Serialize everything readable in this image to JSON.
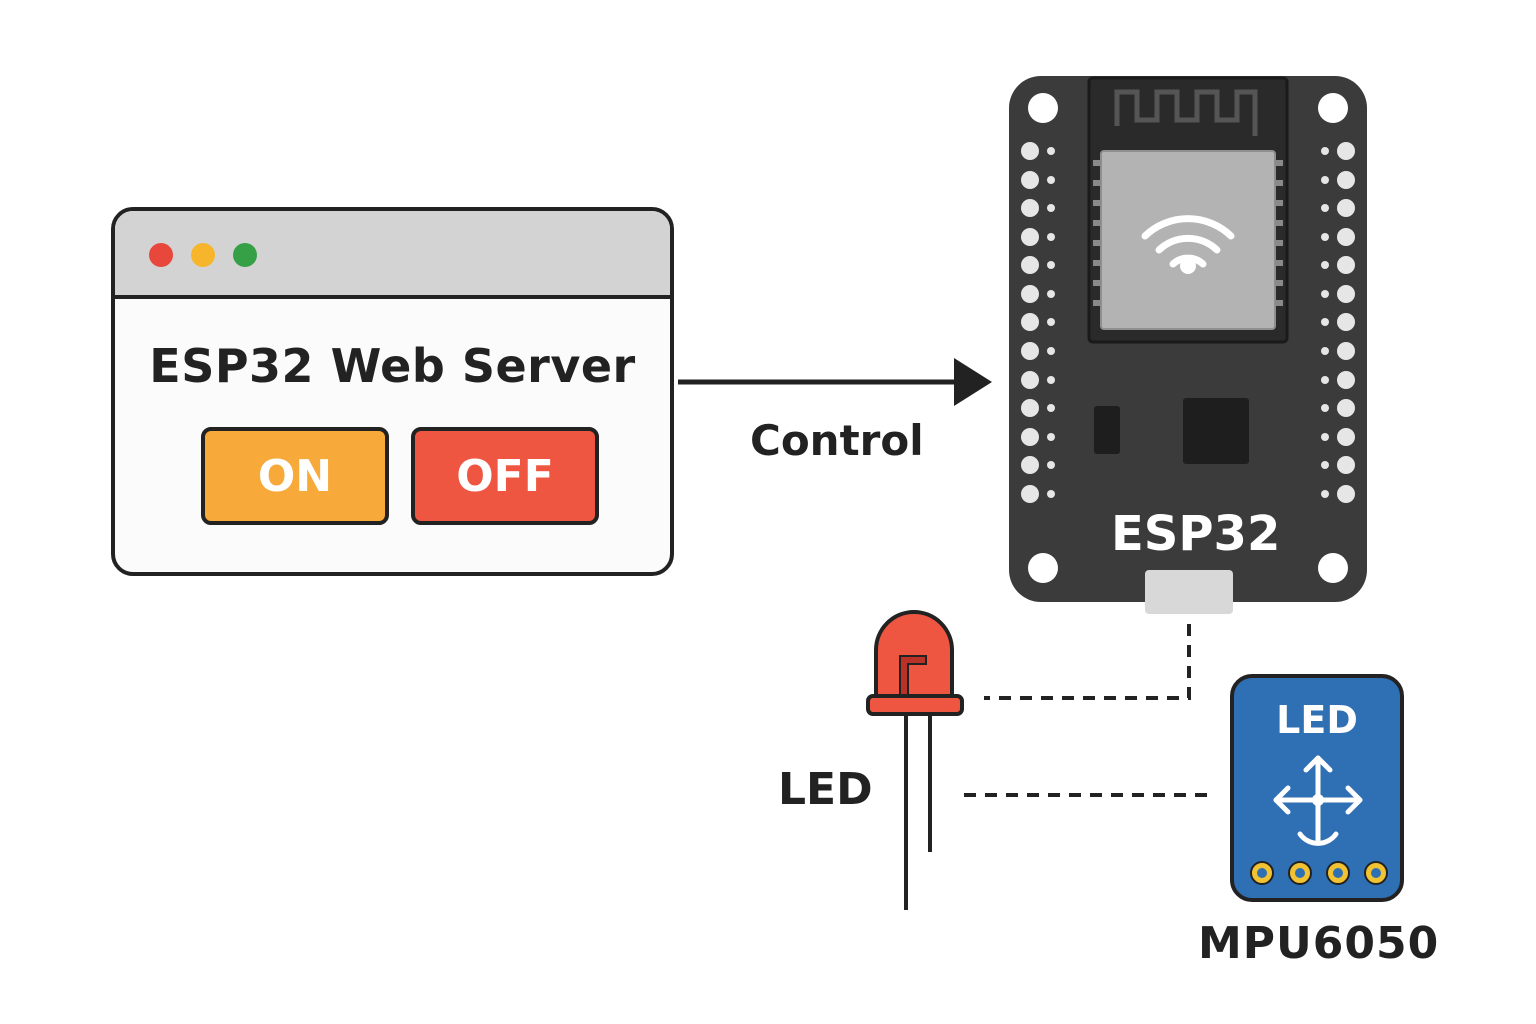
{
  "browser": {
    "title": "ESP32 Web Server",
    "window_dots": [
      "#e8473c",
      "#f7b52c",
      "#36a047"
    ],
    "buttons": {
      "on_label": "ON",
      "off_label": "OFF",
      "on_color": "#f7a93a",
      "off_color": "#ef5641"
    }
  },
  "connection": {
    "control_label": "Control"
  },
  "board": {
    "label": "ESP32",
    "icon": "wifi-icon",
    "color": "#3b3b3b"
  },
  "led": {
    "label": "LED",
    "color": "#ef5641"
  },
  "sensor": {
    "chip_label": "LED",
    "name": "MPU6050",
    "icon": "axes-arrows-icon",
    "color": "#2f6fb3"
  }
}
